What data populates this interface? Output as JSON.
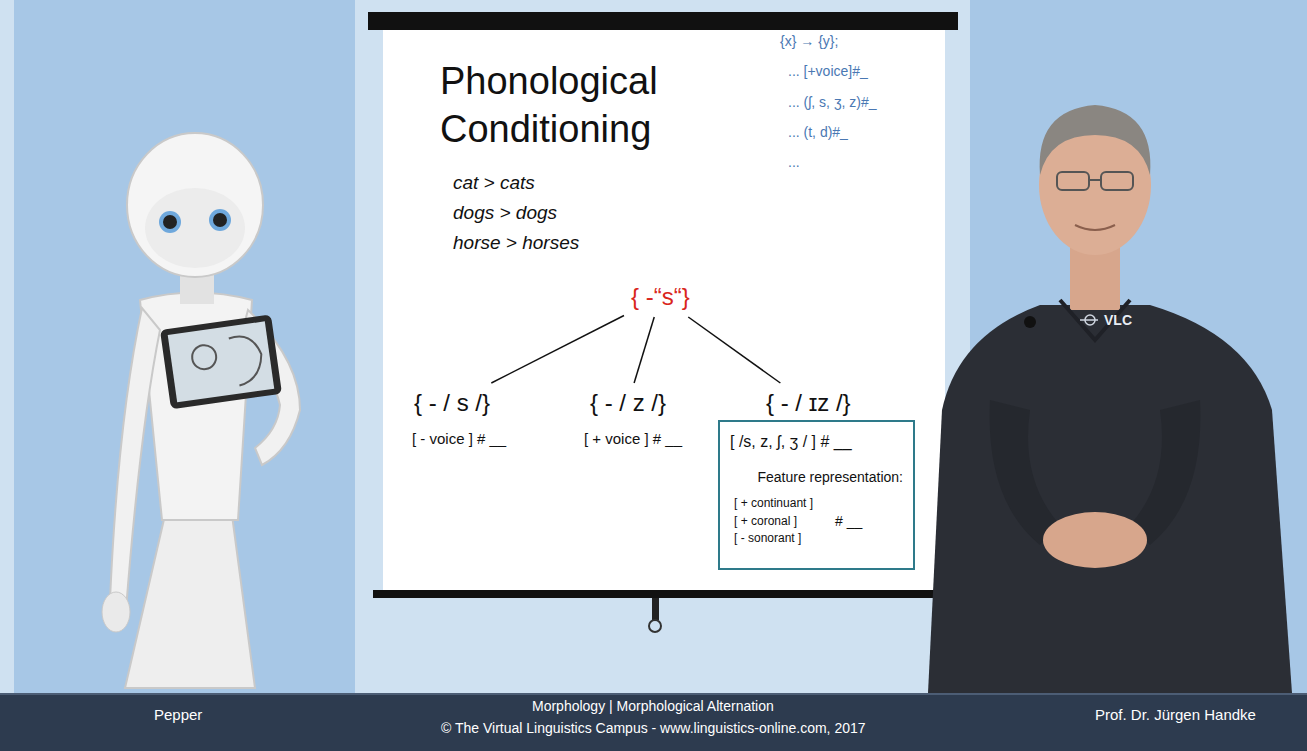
{
  "diagram": {
    "title": "Phonological Conditioning",
    "nodes": [
      {
        "text": [
          "{ -“s“}"
        ]
      },
      {
        "text": [
          "{ - / s /}"
        ]
      },
      {
        "text": [
          "{ - / z /}"
        ]
      },
      {
        "text": [
          "{ - / ɪz /}"
        ]
      },
      {
        "text": [
          "[ /s, z, ʃ, ʒ / ] # __",
          "Feature representation:",
          "[ + continuant ]",
          "[ + coronal ]",
          "[ - sonorant ]",
          "# __"
        ]
      }
    ],
    "edges": [
      {
        "from": 0,
        "to": 1,
        "arrow": "none"
      },
      {
        "from": 0,
        "to": 2,
        "arrow": "none"
      },
      {
        "from": 0,
        "to": 3,
        "arrow": "none"
      }
    ],
    "labels": [
      "cat > cats",
      "dogs > dogs",
      "horse > horses",
      "{x} → {y};",
      "... [+voice]#_",
      "... (ʃ, s, ʒ, z)#_",
      "... (t, d)#_",
      "...",
      "[ - voice ] # __",
      "[ + voice ] # __",
      "VLC",
      "Pepper",
      "Morphology | Morphological Alternation",
      "© The Virtual Linguistics Campus - www.linguistics-online.com, 2017",
      "Prof. Dr. Jürgen Handke"
    ]
  }
}
